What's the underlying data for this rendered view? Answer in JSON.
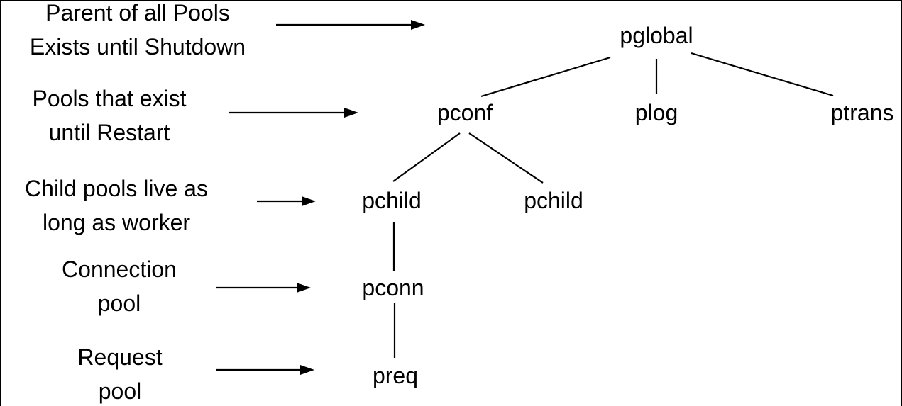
{
  "diagram": {
    "background_color": "#ffffff",
    "line_color": "#000000",
    "text_color": "#000000",
    "type": "tree"
  },
  "annotations": [
    {
      "line1": "Parent of all Pools",
      "line2": "Exists until Shutdown",
      "points_to": "pglobal"
    },
    {
      "line1": "Pools that exist",
      "line2": "until Restart",
      "points_to": "pconf"
    },
    {
      "line1": "Child pools live as",
      "line2": "long as worker",
      "points_to": "pchild"
    },
    {
      "line1": "Connection",
      "line2": "pool",
      "points_to": "pconn"
    },
    {
      "line1": "Request",
      "line2": "pool",
      "points_to": "preq"
    }
  ],
  "nodes": [
    {
      "id": "pglobal",
      "label": "pglobal"
    },
    {
      "id": "pconf",
      "label": "pconf"
    },
    {
      "id": "plog",
      "label": "plog"
    },
    {
      "id": "ptrans",
      "label": "ptrans"
    },
    {
      "id": "pchild-left",
      "label": "pchild"
    },
    {
      "id": "pchild-right",
      "label": "pchild"
    },
    {
      "id": "pconn",
      "label": "pconn"
    },
    {
      "id": "preq",
      "label": "preq"
    }
  ],
  "edges": [
    {
      "from": "pglobal",
      "to": "pconf"
    },
    {
      "from": "pglobal",
      "to": "plog"
    },
    {
      "from": "pglobal",
      "to": "ptrans"
    },
    {
      "from": "pconf",
      "to": "pchild-left"
    },
    {
      "from": "pconf",
      "to": "pchild-right"
    },
    {
      "from": "pchild-left",
      "to": "pconn"
    },
    {
      "from": "pconn",
      "to": "preq"
    }
  ]
}
